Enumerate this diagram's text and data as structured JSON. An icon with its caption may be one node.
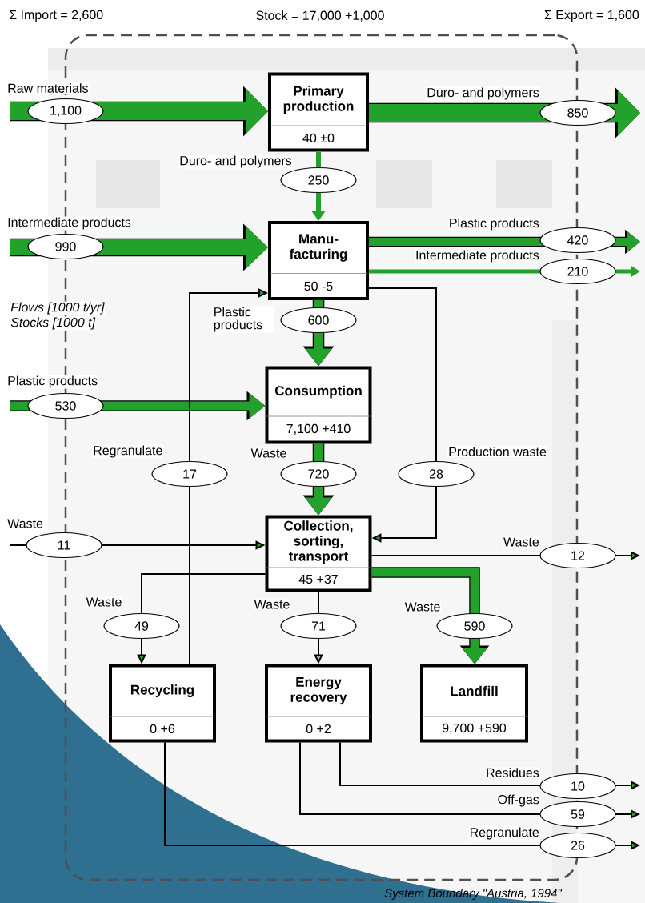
{
  "diagram": {
    "nodes": [
      {
        "text": [],
        "shape": "box",
        "beside": [
          "System Boundary \"Austria, 1994\""
        ]
      },
      {
        "text": [
          "Primary production",
          "40 ±0"
        ],
        "in": 0
      },
      {
        "text": [
          "Manu- facturing",
          "50 -5"
        ],
        "in": 0
      },
      {
        "text": [
          "Consumption",
          "7,100 +410"
        ],
        "in": 0
      },
      {
        "text": [
          "Collection, sorting, transport",
          "45 +37"
        ],
        "in": 0
      },
      {
        "text": [
          "Recycling",
          "0 +6"
        ],
        "in": 0
      },
      {
        "text": [
          "Energy recovery",
          "0 +2"
        ],
        "in": 0
      },
      {
        "text": [
          "Landfill",
          "9,700 +590"
        ],
        "in": 0
      }
    ],
    "edges": [
      {
        "from": null,
        "to": 1,
        "arrow": "to",
        "label": "1,100",
        "style": "thick"
      },
      {
        "from": 1,
        "to": null,
        "arrow": "to",
        "label": "850",
        "style": "thick"
      },
      {
        "from": 1,
        "to": 2,
        "arrow": "to",
        "label": "250"
      },
      {
        "from": null,
        "to": 2,
        "arrow": "to",
        "label": "990",
        "style": "thick"
      },
      {
        "from": 2,
        "to": null,
        "arrow": "to",
        "label": "420",
        "style": "thick"
      },
      {
        "from": 2,
        "to": null,
        "arrow": "to",
        "label": "210"
      },
      {
        "from": 2,
        "to": 3,
        "arrow": "to",
        "label": "600",
        "style": "thick"
      },
      {
        "from": null,
        "to": 3,
        "arrow": "to",
        "label": "530",
        "style": "thick"
      },
      {
        "from": 5,
        "to": 2,
        "arrow": "to",
        "label": "17",
        "color": "#000000"
      },
      {
        "from": 2,
        "to": 4,
        "arrow": "to",
        "label": "28",
        "color": "#000000"
      },
      {
        "from": 3,
        "to": 4,
        "arrow": "to",
        "label": "720",
        "style": "thick"
      },
      {
        "from": null,
        "to": 4,
        "arrow": "to",
        "label": "11",
        "color": "#000000"
      },
      {
        "from": 4,
        "to": null,
        "arrow": "to",
        "label": "12",
        "color": "#000000"
      },
      {
        "from": 4,
        "to": 5,
        "arrow": "to",
        "label": "49",
        "color": "#000000"
      },
      {
        "from": 4,
        "to": 6,
        "arrow": "to",
        "label": "71",
        "color": "#000000"
      },
      {
        "from": 4,
        "to": 7,
        "arrow": "to",
        "label": "590",
        "style": "thick"
      },
      {
        "from": 6,
        "to": null,
        "arrow": "to",
        "label": "10",
        "color": "#000000"
      },
      {
        "from": 6,
        "to": null,
        "arrow": "to",
        "label": "59",
        "color": "#000000"
      },
      {
        "from": 5,
        "to": null,
        "arrow": "to",
        "label": "26",
        "color": "#000000"
      }
    ],
    "labels": [
      "Σ Import = 2,600",
      "Stock = 17,000 +1,000",
      "Σ Export = 1,600",
      "Raw materials",
      "Duro- and polymers",
      "Duro- and polymers",
      "Intermediate products",
      "Plastic products",
      "Intermediate products",
      "Flows [1000 t/yr]",
      "Stocks [1000 t]",
      "Plastic products",
      "Plastic products",
      "Regranulate",
      "Waste",
      "Production waste",
      "Waste",
      "Waste",
      "Waste",
      "Waste",
      "Waste",
      "Residues",
      "Off-gas",
      "Regranulate"
    ]
  }
}
